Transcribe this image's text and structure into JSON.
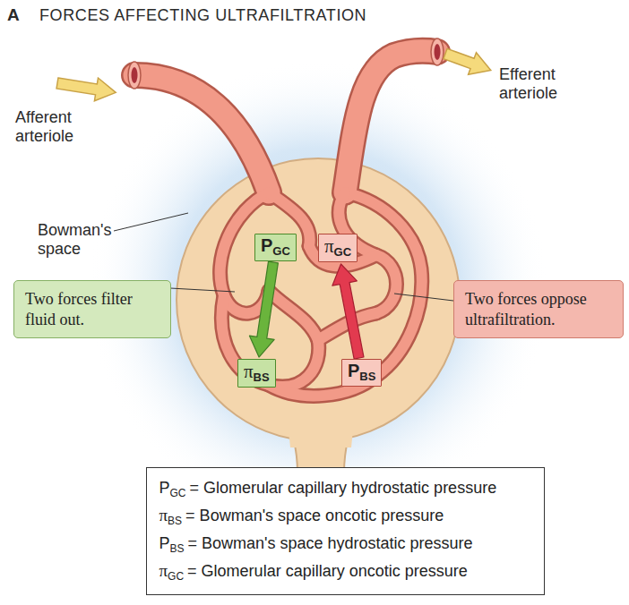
{
  "diagram": {
    "title": "FORCES AFFECTING ULTRAFILTRATION",
    "nodes": [
      {
        "text": [
          "P",
          "GC"
        ]
      },
      {
        "text": [
          "π",
          "GC"
        ]
      },
      {
        "text": [
          "Two forces filter fluid out."
        ]
      },
      {
        "text": [
          "Two forces oppose ultrafiltration."
        ]
      },
      {
        "text": [
          "π",
          "BS"
        ]
      },
      {
        "text": [
          "P",
          "BS"
        ]
      },
      {
        "text": [
          "P",
          "GC",
          "= Glomerular capillary hydrostatic pressure",
          "π",
          "BS",
          "= Bowman's space oncotic pressure",
          "P",
          "BS",
          "= Bowman's space hydrostatic pressure",
          "π",
          "GC",
          "= Glomerular capillary oncotic pressure"
        ]
      }
    ],
    "edges": [
      {
        "from": 0,
        "to": 4,
        "arrow": "to"
      },
      {
        "from": 5,
        "to": 1,
        "arrow": "to"
      }
    ],
    "labels": [
      "A",
      "Afferent arteriole",
      "Efferent arteriole",
      "Bowman's space"
    ]
  }
}
